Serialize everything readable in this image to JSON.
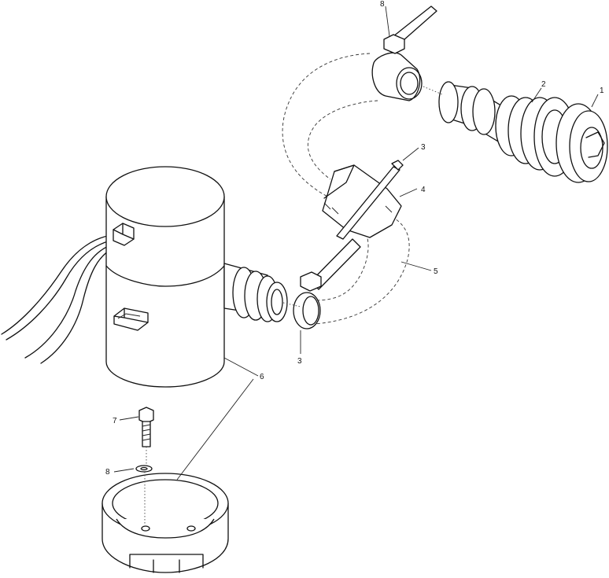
{
  "callouts": {
    "c_top_8": "8",
    "c_2": "2",
    "c_1": "1",
    "c_3_upper": "3",
    "c_4": "4",
    "c_5": "5",
    "c_3_lower": "3",
    "c_6": "6",
    "c_7": "7",
    "c_8": "8"
  }
}
